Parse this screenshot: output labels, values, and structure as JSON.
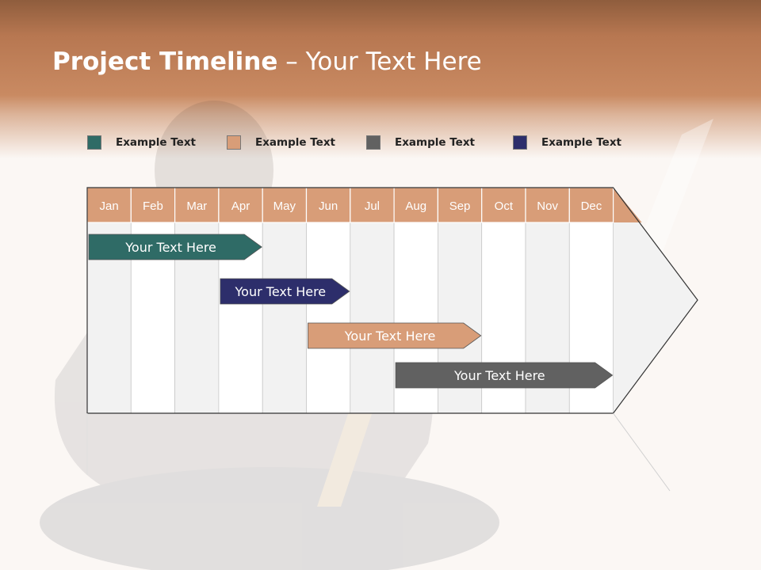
{
  "slide": {
    "title_bold": "Project Timeline",
    "title_rest": " – Your Text Here"
  },
  "legend": [
    {
      "label": "Example Text",
      "color": "#2f6b66"
    },
    {
      "label": "Example Text",
      "color": "#d89d78"
    },
    {
      "label": "Example Text",
      "color": "#616161"
    },
    {
      "label": "Example Text",
      "color": "#2d2e6b"
    }
  ],
  "timeline": {
    "months": [
      "Jan",
      "Feb",
      "Mar",
      "Apr",
      "May",
      "Jun",
      "Jul",
      "Aug",
      "Sep",
      "Oct",
      "Nov",
      "Dec"
    ],
    "header_color": "#d89d78",
    "tasks": [
      {
        "label": "Your  Text Here",
        "start_month": "Jan",
        "end_month": "Apr",
        "color": "#2f6b66"
      },
      {
        "label": "Your  Text Here",
        "start_month": "Apr",
        "end_month": "Jun",
        "color": "#2d2e6b"
      },
      {
        "label": "Your  Text Here",
        "start_month": "Jun",
        "end_month": "Sep",
        "color": "#d89d78"
      },
      {
        "label": "Your  Text Here",
        "start_month": "Aug",
        "end_month": "Dec",
        "color": "#616161"
      }
    ]
  }
}
